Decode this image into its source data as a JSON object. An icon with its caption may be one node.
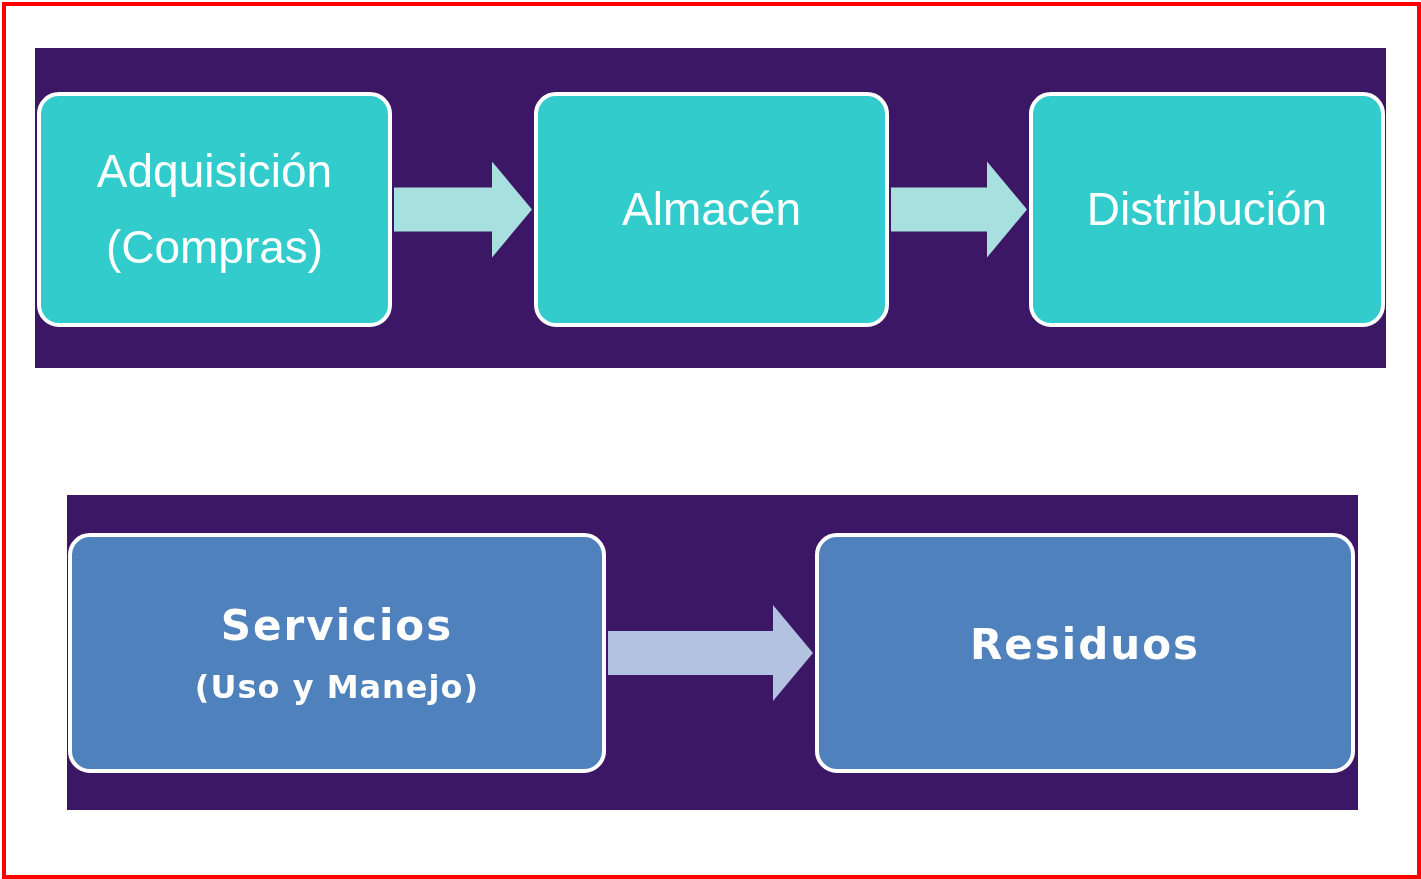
{
  "diagram": {
    "nodes": [
      {
        "text": [
          "Adquisición (Compras)"
        ]
      },
      {
        "text": [
          "Almacén"
        ]
      },
      {
        "text": [
          "Distribución"
        ]
      },
      {
        "text": [
          "Servicios",
          "(Uso y Manejo)"
        ]
      },
      {
        "text": [
          "Residuos"
        ]
      }
    ],
    "edges": [
      {
        "from": 0,
        "to": 1,
        "arrow": "to"
      },
      {
        "from": 1,
        "to": 2,
        "arrow": "to"
      },
      {
        "from": 3,
        "to": 4,
        "arrow": "to",
        "color": "#b2c2e0"
      }
    ]
  }
}
